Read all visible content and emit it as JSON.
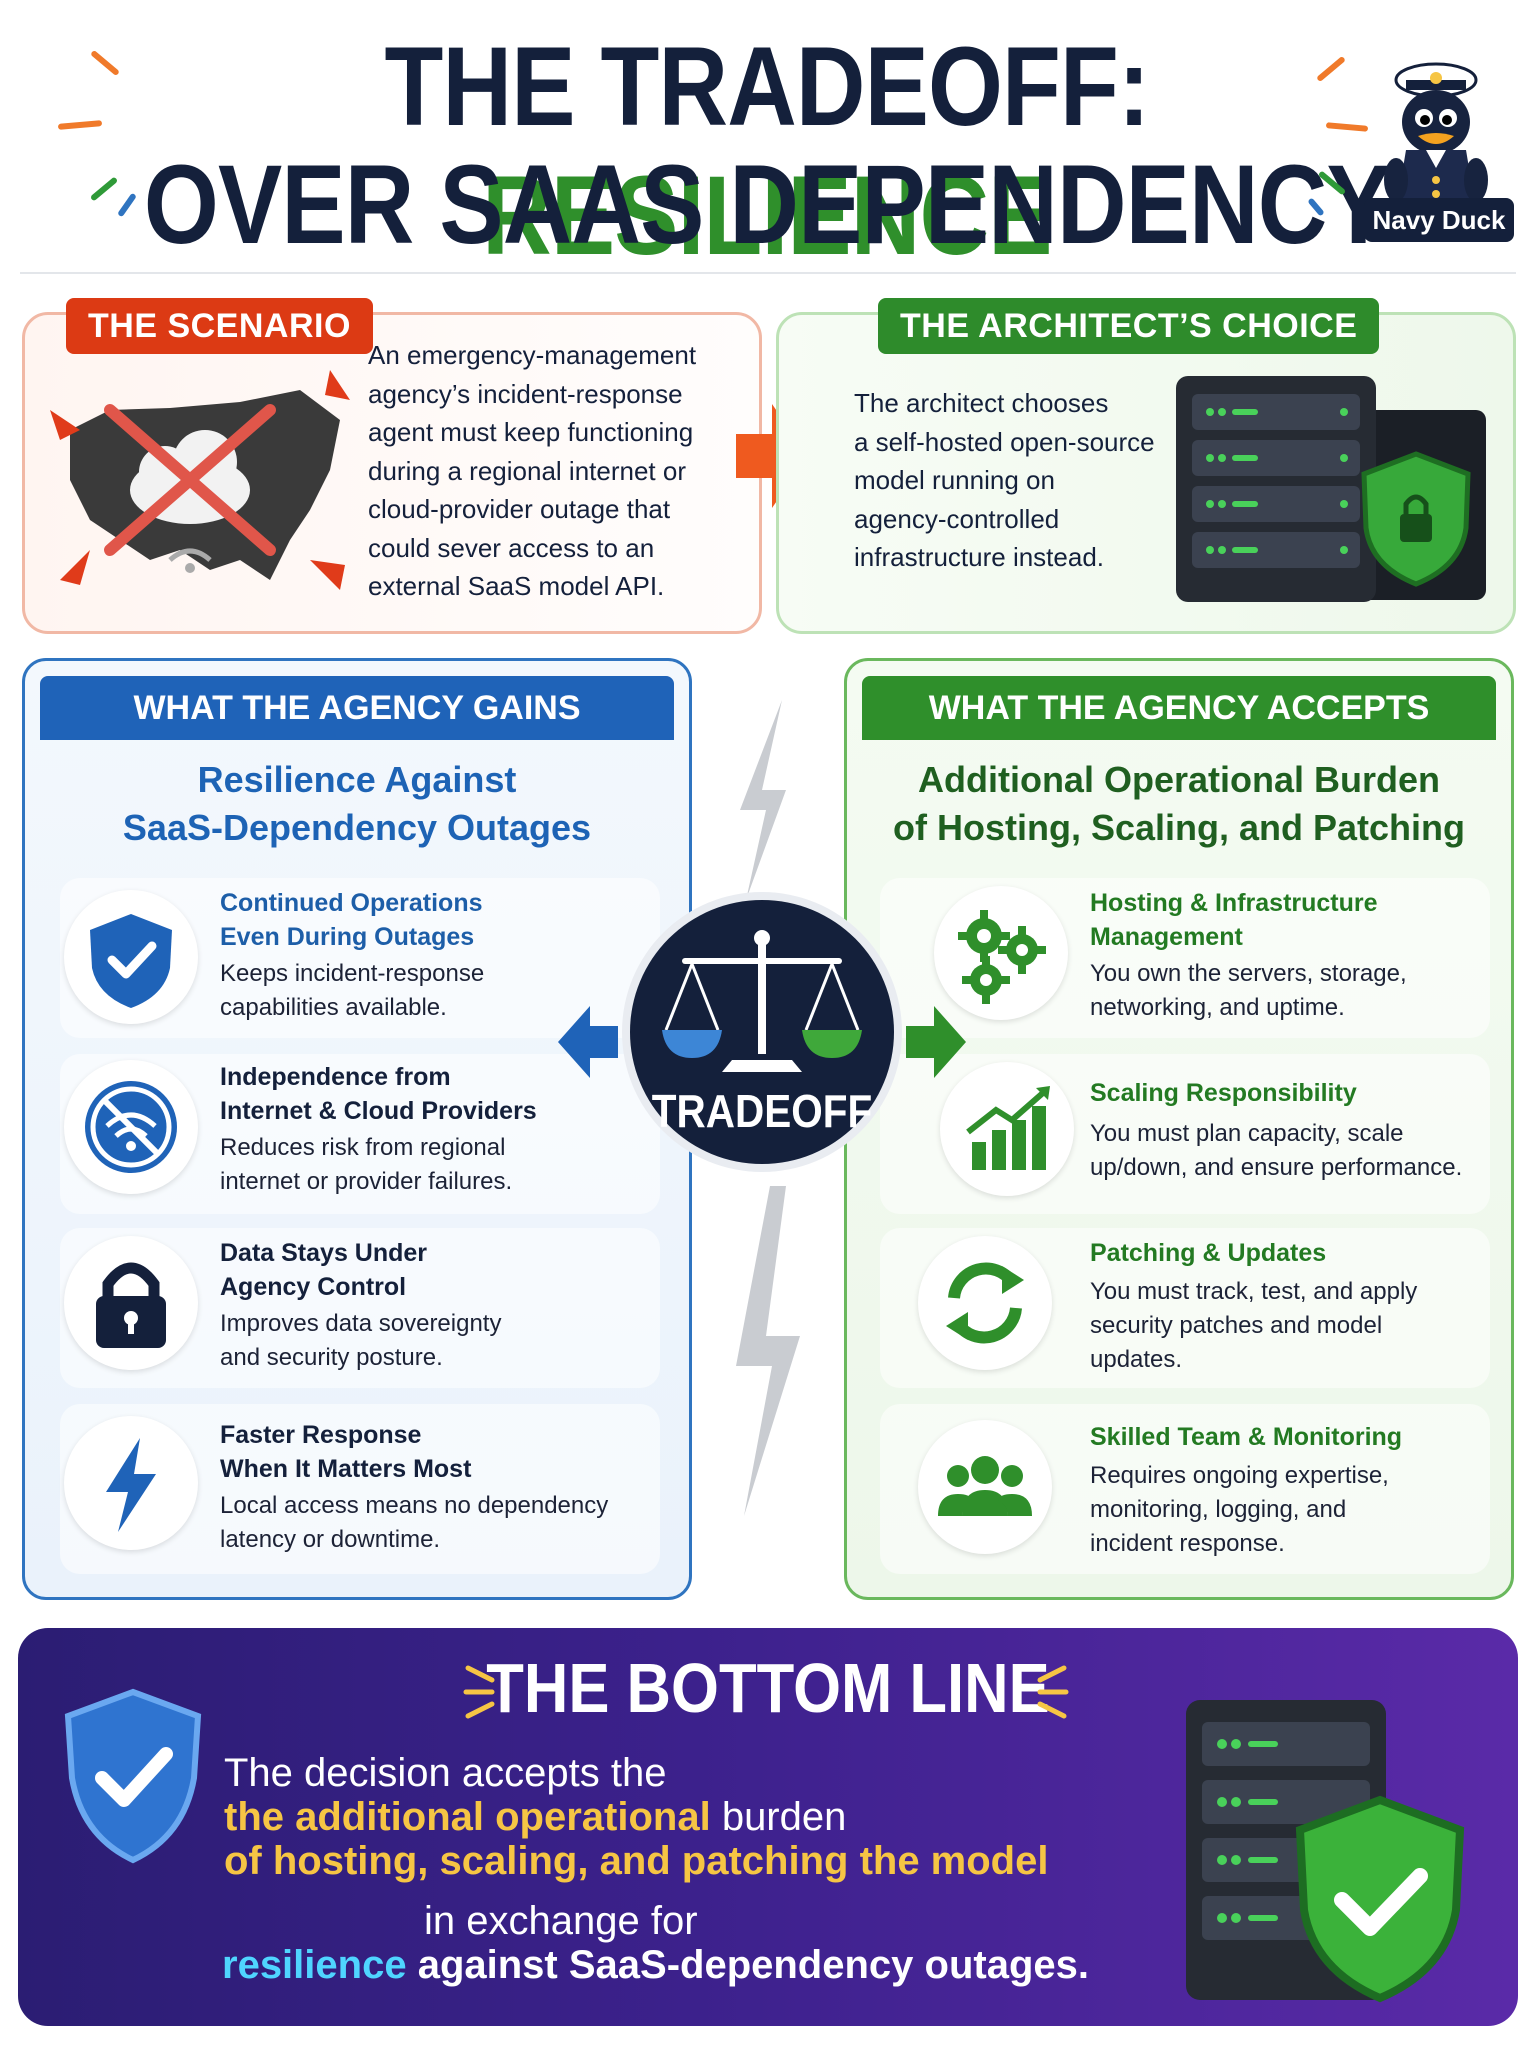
{
  "header": {
    "title_part1": "THE TRADEOFF: ",
    "title_part2": "RESILIENCE",
    "title_line2": "OVER SAAS DEPENDENCY",
    "badge": "Navy Duck",
    "colors": {
      "navy": "#14203b",
      "green": "#2f8f2b"
    }
  },
  "scenario": {
    "tag": "THE SCENARIO",
    "lines": [
      "An emergency-management",
      "agency’s incident-response",
      "agent must keep functioning",
      "during a regional internet or",
      "cloud-provider outage that",
      "could sever access to an",
      "external SaaS model API."
    ],
    "icon": "outage-map-icon"
  },
  "choice": {
    "tag": "THE ARCHITECT’S CHOICE",
    "lines": [
      "The architect chooses",
      "a self-hosted open-source",
      "model running on",
      "agency-controlled",
      "infrastructure instead."
    ],
    "icon": "secure-server-icon"
  },
  "gains": {
    "header": "WHAT THE AGENCY GAINS",
    "subtitle_1": "Resilience Against",
    "subtitle_2": "SaaS-Dependency Outages",
    "items": [
      {
        "title_1": "Continued Operations",
        "title_2": "Even During Outages",
        "desc_1": "Keeps incident-response",
        "desc_2": "capabilities available.",
        "icon": "shield-check-icon"
      },
      {
        "title_1": "Independence from",
        "title_2": "Internet & Cloud Providers",
        "desc_1": "Reduces risk from regional",
        "desc_2": "internet or provider failures.",
        "icon": "no-signal-icon"
      },
      {
        "title_1": "Data Stays Under",
        "title_2": "Agency Control",
        "desc_1": "Improves data sovereignty",
        "desc_2": "and security posture.",
        "icon": "padlock-icon"
      },
      {
        "title_1": "Faster Response",
        "title_2": "When It Matters Most",
        "desc_1": "Local access means no dependency",
        "desc_2": "latency or downtime.",
        "icon": "lightning-icon"
      }
    ]
  },
  "accepts": {
    "header": "WHAT THE AGENCY ACCEPTS",
    "subtitle_1": "Additional Operational Burden",
    "subtitle_2": "of Hosting, Scaling, and Patching",
    "items": [
      {
        "title_1": "Hosting & Infrastructure",
        "title_2": "Management",
        "desc_1": "You own the servers, storage,",
        "desc_2": "networking, and uptime.",
        "desc_3": "",
        "icon": "gears-icon"
      },
      {
        "title_1": "Scaling Responsibility",
        "title_2": "",
        "desc_1": "You must plan capacity, scale",
        "desc_2": "up/down, and ensure performance.",
        "desc_3": "",
        "icon": "growth-chart-icon"
      },
      {
        "title_1": "Patching & Updates",
        "title_2": "",
        "desc_1": "You must track, test, and apply",
        "desc_2": "security patches and model",
        "desc_3": "updates.",
        "icon": "refresh-icon"
      },
      {
        "title_1": "Skilled Team & Monitoring",
        "title_2": "",
        "desc_1": "Requires ongoing expertise,",
        "desc_2": "monitoring, logging, and",
        "desc_3": "incident response.",
        "icon": "team-icon"
      }
    ]
  },
  "center": {
    "label": "TRADEOFF",
    "icon": "balance-scale-icon"
  },
  "bottom": {
    "title": "THE BOTTOM LINE",
    "line1": "The decision accepts the",
    "line2_gold": "the additional operational",
    "line2_white": " burden",
    "line3": "of hosting, scaling, and patching the model",
    "line4": "in exchange for",
    "line5_cyan": "resilience",
    "line5_white": " against SaaS-dependency outages.",
    "colors": {
      "gold": "#f6c544",
      "cyan": "#4fd5ff",
      "purple": "#3c218c"
    }
  }
}
